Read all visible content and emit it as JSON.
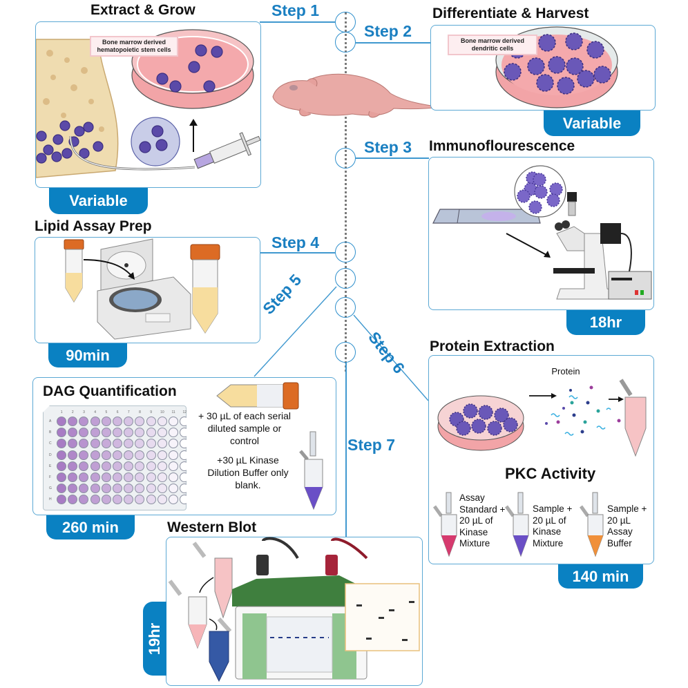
{
  "timeline": {
    "steps": [
      {
        "label": "Step 1"
      },
      {
        "label": "Step 2"
      },
      {
        "label": "Step 3"
      },
      {
        "label": "Step 4"
      },
      {
        "label": "Step 5"
      },
      {
        "label": "Step 6"
      },
      {
        "label": "Step 7"
      }
    ]
  },
  "panels": {
    "extract": {
      "title": "Extract & Grow",
      "cell_label": "Bone marrow derived hematopoietic stem cells",
      "duration": "Variable"
    },
    "differentiate": {
      "title": "Differentiate & Harvest",
      "cell_label": "Bone marrow derived dendritic cells",
      "duration": "Variable"
    },
    "immuno": {
      "title": "Immunoflourescence",
      "duration": "18hr"
    },
    "lipid": {
      "title": "Lipid Assay Prep",
      "duration": "90min"
    },
    "dag": {
      "title": "DAG Quantification",
      "note1": "+ 30 µL of each serial diluted sample or control",
      "note2": "+30 µL Kinase Dilution Buffer only blank.",
      "plate_columns": [
        "1",
        "2",
        "3",
        "4",
        "5",
        "6",
        "7",
        "8",
        "9",
        "10",
        "11",
        "12"
      ],
      "plate_rows": [
        "A",
        "B",
        "C",
        "D",
        "E",
        "F",
        "G",
        "H"
      ],
      "duration": "260 min"
    },
    "protein": {
      "title": "Protein Extraction",
      "protein_label": "Protein",
      "pkc_title": "PKC Activity",
      "tubes": [
        {
          "text": "Assay Standard + 20 µL of Kinase Mixture",
          "color": "#d63a6e"
        },
        {
          "text": "Sample + 20 µL of Kinase Mixture",
          "color": "#6a4fc6"
        },
        {
          "text": "Sample + 20 µL Assay Buffer",
          "color": "#f0903a"
        }
      ],
      "duration": "140 min"
    },
    "western": {
      "title": "Western Blot",
      "duration": "19hr"
    }
  },
  "colors": {
    "accent": "#0a81c2",
    "step_text": "#1a7fc1",
    "cell_purple": "#5b4aa8",
    "dish_pink": "#f4a9ac"
  }
}
